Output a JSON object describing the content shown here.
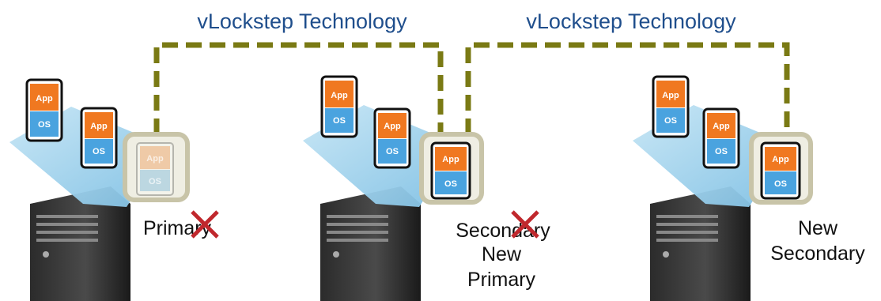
{
  "links": [
    {
      "label": "vLockstep Technology"
    },
    {
      "label": "vLockstep Technology"
    }
  ],
  "vm": {
    "app_label": "App",
    "os_label": "OS"
  },
  "hosts": [
    {
      "state_label_lines": [
        "Primary"
      ],
      "failed": true
    },
    {
      "state_label_lines": [
        "Secondary",
        "New",
        "Primary"
      ],
      "failed": true
    },
    {
      "state_label_lines": [
        "New",
        "Secondary"
      ],
      "failed": false
    }
  ],
  "colors": {
    "link": "#7a7a14",
    "title": "#1f4e8c",
    "app": "#f07820",
    "os": "#4aa3df",
    "fault_cross": "#c0282d",
    "highlight_frame": "#c8c4a8",
    "platform": "#9cd0ea"
  }
}
